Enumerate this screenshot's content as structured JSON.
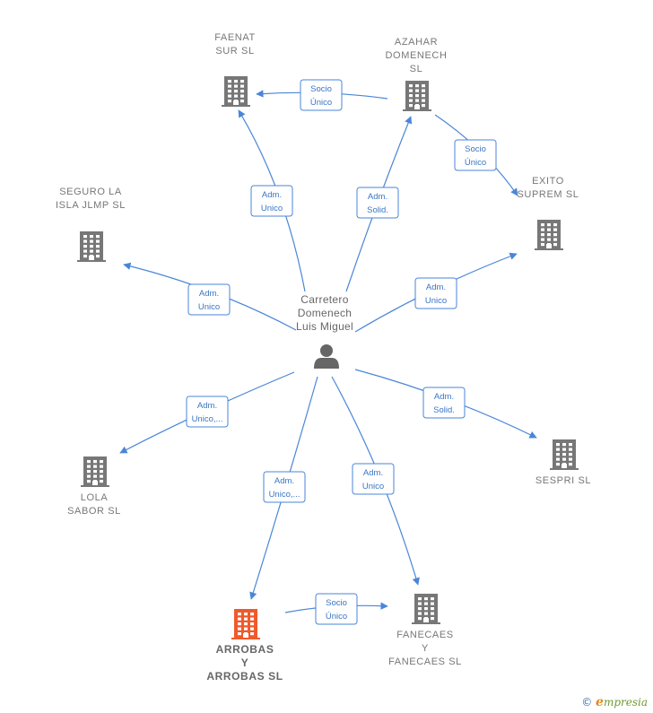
{
  "colors": {
    "edge": "#4a86d8",
    "company": "#777777",
    "highlight": "#f05a2b",
    "person": "#666666"
  },
  "center": {
    "name_lines": [
      "Carretero",
      "Domenech",
      "Luis Miguel"
    ],
    "icon": "person-icon"
  },
  "companies": [
    {
      "id": "faenat",
      "label_lines": [
        "FAENAT",
        "SUR  SL"
      ],
      "highlight": false,
      "icon": "building-icon"
    },
    {
      "id": "azahar",
      "label_lines": [
        "AZAHAR",
        "DOMENECH",
        "SL"
      ],
      "highlight": false,
      "icon": "building-icon"
    },
    {
      "id": "exito",
      "label_lines": [
        "EXITO",
        "SUPREM  SL"
      ],
      "highlight": false,
      "icon": "building-icon"
    },
    {
      "id": "seguro",
      "label_lines": [
        "SEGURO LA",
        "ISLA JLMP SL"
      ],
      "highlight": false,
      "icon": "building-icon"
    },
    {
      "id": "sespri",
      "label_lines": [
        "SESPRI SL"
      ],
      "highlight": false,
      "icon": "building-icon"
    },
    {
      "id": "lola",
      "label_lines": [
        "LOLA",
        "SABOR SL"
      ],
      "highlight": false,
      "icon": "building-icon"
    },
    {
      "id": "arrobas",
      "label_lines": [
        "ARROBAS",
        "Y",
        "ARROBAS  SL"
      ],
      "highlight": true,
      "icon": "building-icon"
    },
    {
      "id": "fanecaes",
      "label_lines": [
        "FANECAES",
        "Y",
        "FANECAES  SL"
      ],
      "highlight": false,
      "icon": "building-icon"
    }
  ],
  "edges": [
    {
      "from": "center",
      "to": "faenat",
      "label_lines": [
        "Adm.",
        "Unico"
      ]
    },
    {
      "from": "center",
      "to": "azahar",
      "label_lines": [
        "Adm.",
        "Solid."
      ]
    },
    {
      "from": "azahar",
      "to": "faenat",
      "label_lines": [
        "Socio",
        "Único"
      ]
    },
    {
      "from": "azahar",
      "to": "exito",
      "label_lines": [
        "Socio",
        "Único"
      ]
    },
    {
      "from": "center",
      "to": "exito",
      "label_lines": [
        "Adm.",
        "Unico"
      ]
    },
    {
      "from": "center",
      "to": "seguro",
      "label_lines": [
        "Adm.",
        "Unico"
      ]
    },
    {
      "from": "center",
      "to": "sespri",
      "label_lines": [
        "Adm.",
        "Solid."
      ]
    },
    {
      "from": "center",
      "to": "lola",
      "label_lines": [
        "Adm.",
        "Unico,..."
      ]
    },
    {
      "from": "center",
      "to": "arrobas",
      "label_lines": [
        "Adm.",
        "Unico,..."
      ]
    },
    {
      "from": "center",
      "to": "fanecaes",
      "label_lines": [
        "Adm.",
        "Unico"
      ]
    },
    {
      "from": "arrobas",
      "to": "fanecaes",
      "label_lines": [
        "Socio",
        "Único"
      ]
    }
  ],
  "footer": {
    "copyright": "©",
    "brand_initial": "e",
    "brand_rest": "mpresia"
  }
}
